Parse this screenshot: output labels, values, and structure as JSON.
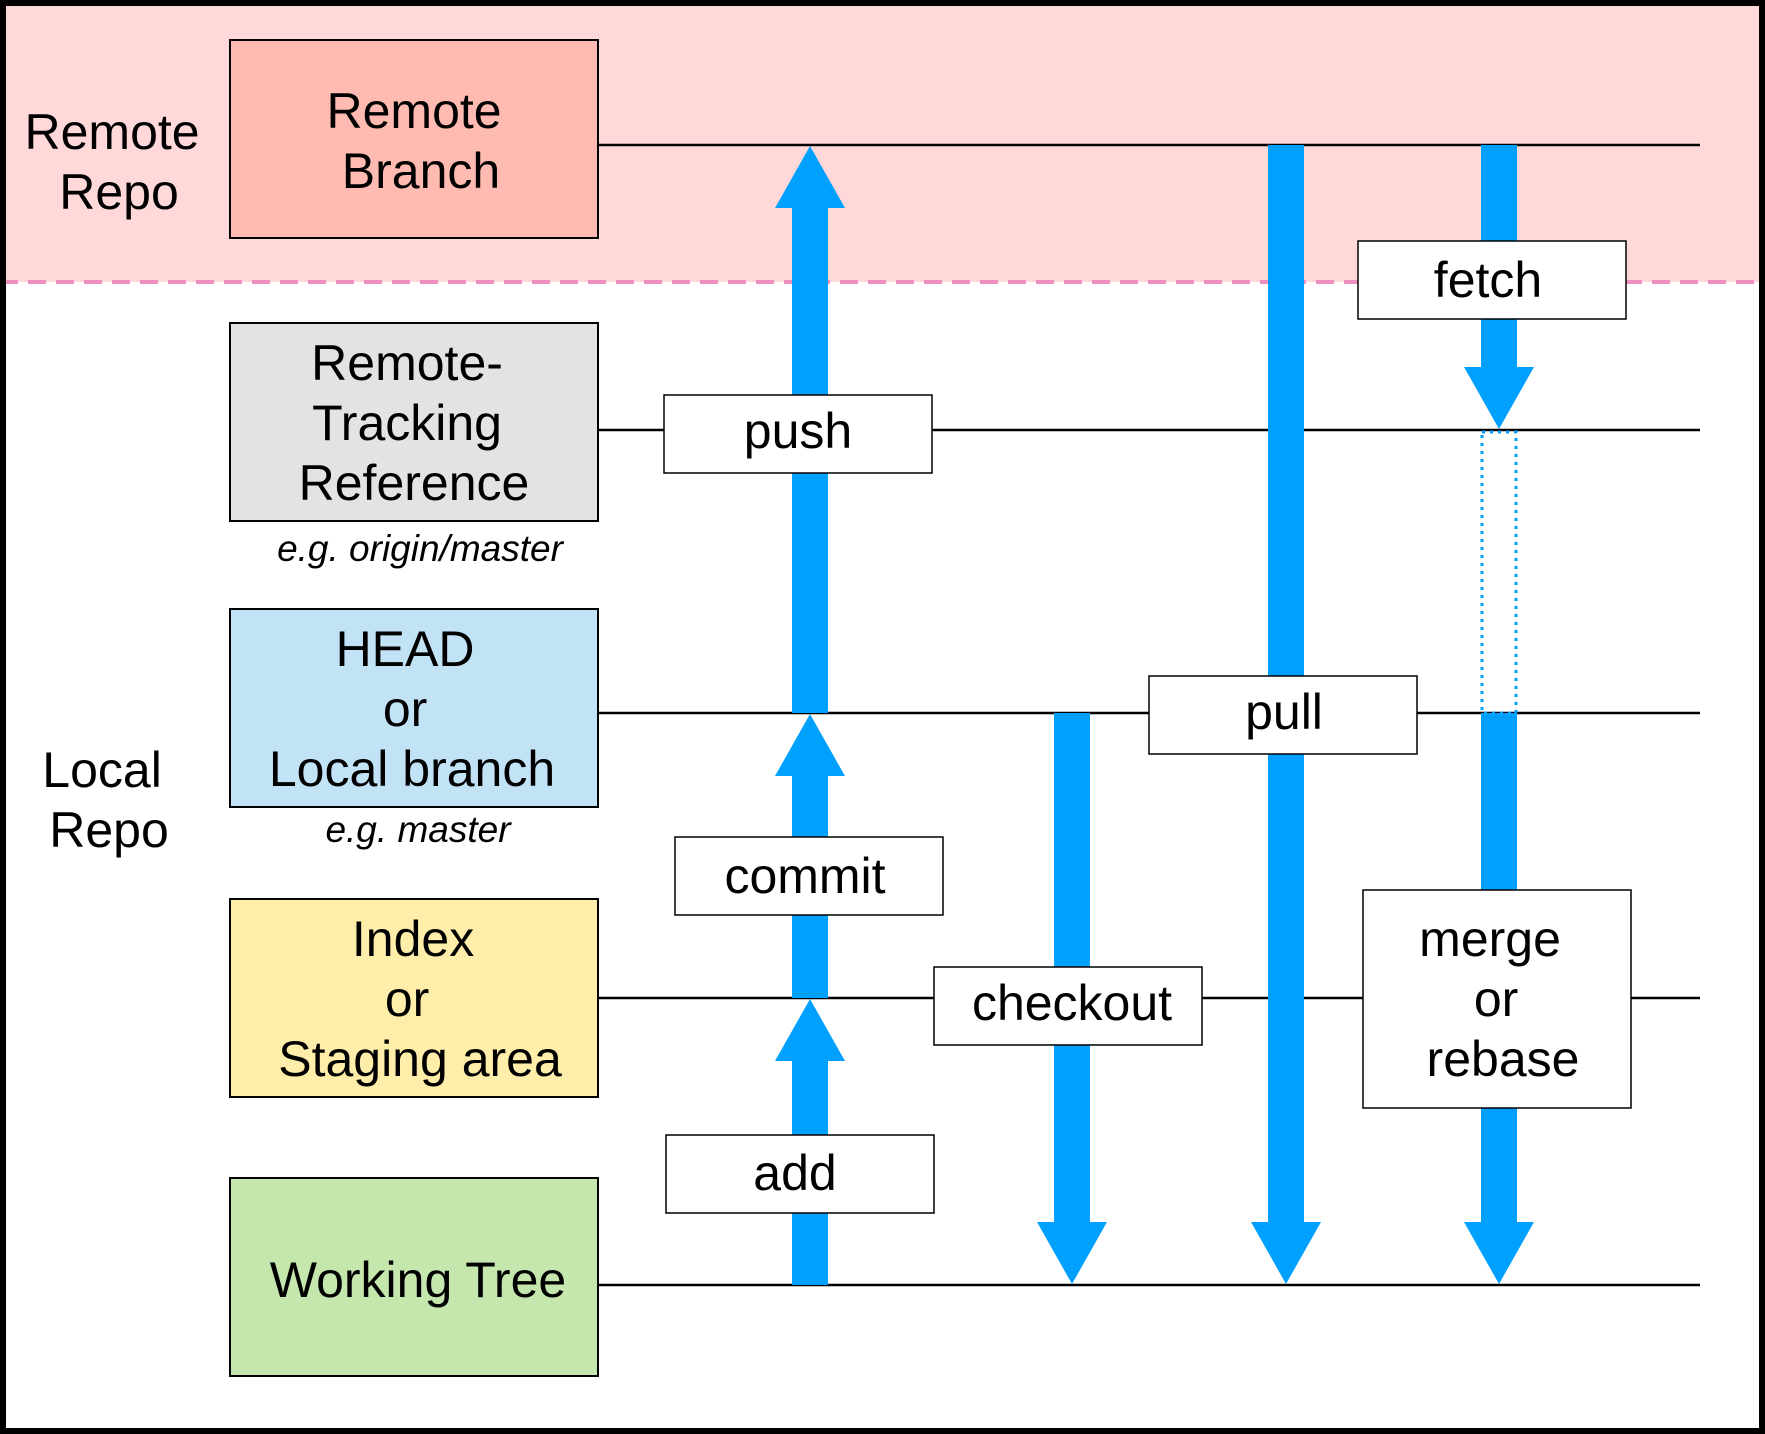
{
  "colors": {
    "remote_zone": "#ffd9d9",
    "remote_divider": "#ef8fbf",
    "remote_branch": "#ffbbb1",
    "tracking_ref": "#e3e3e3",
    "head": "#c2e2f6",
    "index": "#ffeeaa",
    "working_tree": "#c5e7ae",
    "arrow": "#00a0ff",
    "border": "#000000"
  },
  "zones": {
    "remote": {
      "lines": [
        "Remote",
        "Repo"
      ]
    },
    "local": {
      "lines": [
        "Local",
        "Repo"
      ]
    }
  },
  "states": [
    {
      "id": "remote-branch",
      "lines": [
        "Remote",
        "Branch"
      ],
      "example": ""
    },
    {
      "id": "tracking-ref",
      "lines": [
        "Remote-",
        "Tracking",
        "Reference"
      ],
      "example": "e.g. origin/master"
    },
    {
      "id": "head",
      "lines": [
        "HEAD",
        "or",
        "Local branch"
      ],
      "example": "e.g. master"
    },
    {
      "id": "index",
      "lines": [
        "Index",
        "or",
        "Staging area"
      ],
      "example": ""
    },
    {
      "id": "working-tree",
      "lines": [
        "Working Tree"
      ],
      "example": ""
    }
  ],
  "commands": [
    {
      "id": "push",
      "lines": [
        "push"
      ],
      "from": "head",
      "to": "remote-branch",
      "via": ""
    },
    {
      "id": "commit",
      "lines": [
        "commit"
      ],
      "from": "index",
      "to": "head",
      "via": ""
    },
    {
      "id": "add",
      "lines": [
        "add"
      ],
      "from": "working-tree",
      "to": "index",
      "via": ""
    },
    {
      "id": "checkout",
      "lines": [
        "checkout"
      ],
      "from": "head",
      "to": "working-tree",
      "via": ""
    },
    {
      "id": "pull",
      "lines": [
        "pull"
      ],
      "from": "remote-branch",
      "to": "working-tree",
      "via": ""
    },
    {
      "id": "fetch",
      "lines": [
        "fetch"
      ],
      "from": "remote-branch",
      "to": "tracking-ref",
      "via": ""
    },
    {
      "id": "merge-rebase",
      "lines": [
        "merge",
        "or",
        "rebase"
      ],
      "from": "tracking-ref",
      "to": "working-tree",
      "via": "head"
    }
  ]
}
